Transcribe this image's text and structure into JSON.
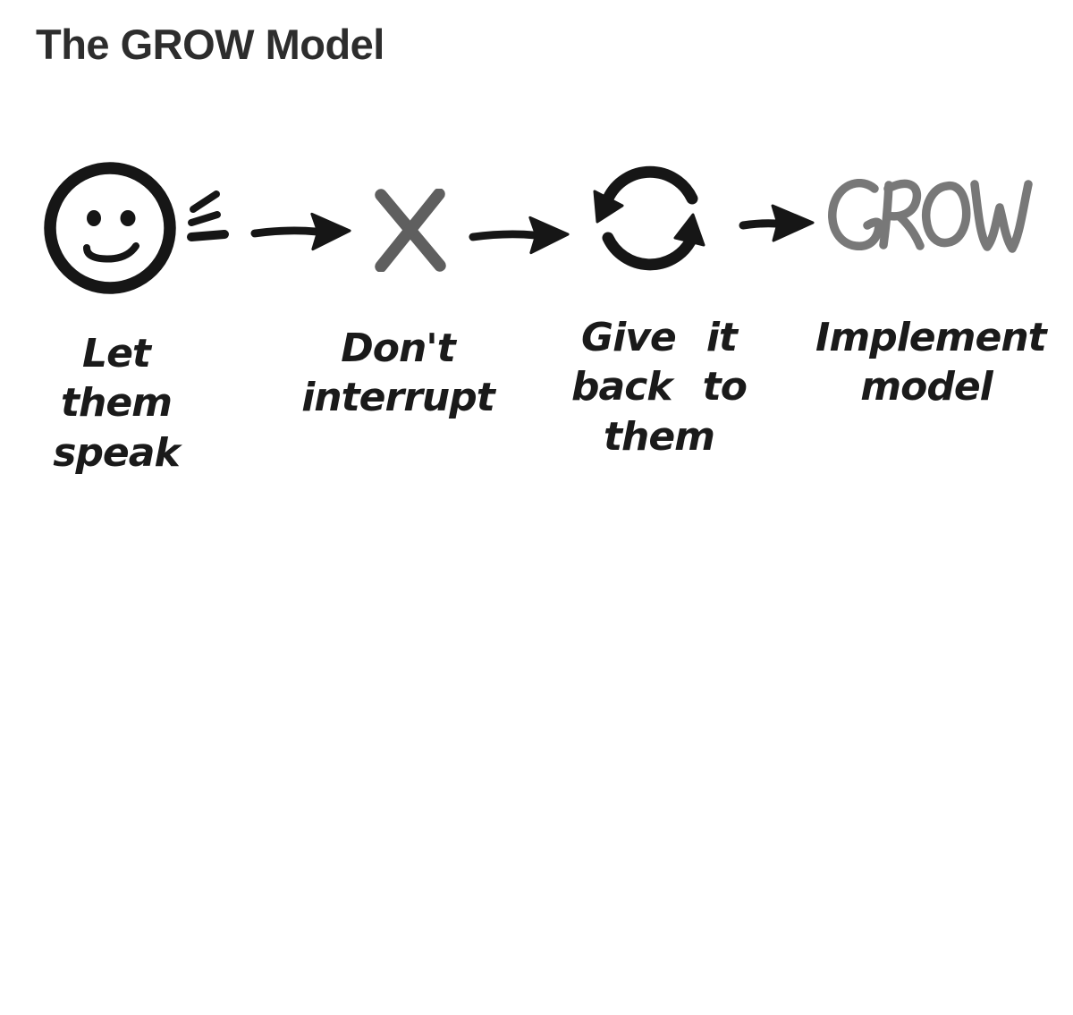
{
  "title": "The GROW Model",
  "colors": {
    "background": "#ffffff",
    "ink": "#161616",
    "cross_gray": "#5f5f5f",
    "grow_gray": "#787878",
    "title_text": "#2d2d2d",
    "label_text": "#1a1a1a"
  },
  "diagram": {
    "steps": [
      {
        "icon": "speaking-face-icon",
        "label_lines": [
          "Let",
          "them",
          "speak"
        ]
      },
      {
        "icon": "cross-icon",
        "label_lines": [
          "Don't",
          "interrupt"
        ]
      },
      {
        "icon": "cycle-icon",
        "label_lines": [
          "Give it",
          "back to",
          "them"
        ]
      },
      {
        "icon": "grow-wordmark",
        "wordmark_text": "GROW",
        "label_lines": [
          "Implement",
          "model"
        ]
      }
    ],
    "connectors": [
      "arrow-right-icon",
      "arrow-right-icon",
      "arrow-right-icon"
    ]
  }
}
